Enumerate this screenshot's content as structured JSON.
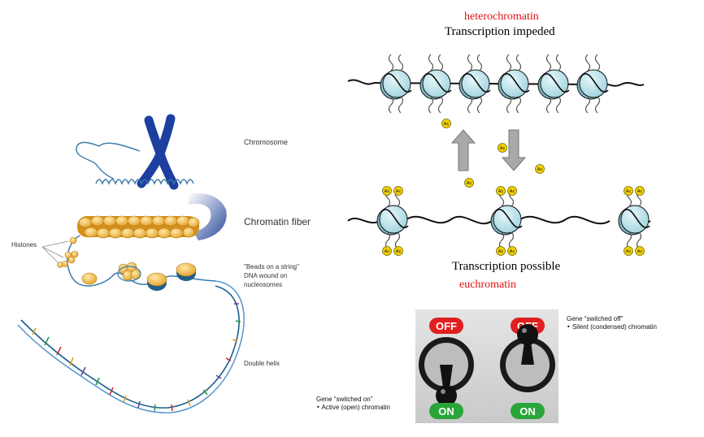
{
  "left_panel": {
    "labels": {
      "chromosome": "Chromosome",
      "chromatin_fiber": "Chromatin fiber",
      "histones": "Histones",
      "beads_line1": "\"Beads on a string\"",
      "beads_line2": "DNA wound on",
      "beads_line3": "nucleosomes",
      "double_helix": "Double helix"
    }
  },
  "right_panel": {
    "heterochromatin": "heterochromatin",
    "transcription_impeded": "Transcription impeded",
    "transcription_possible": "Transcription possible",
    "euchromatin": "euchromatin",
    "acetyl_tag": "Ac"
  },
  "switches": {
    "off_label": "OFF",
    "on_label": "ON",
    "switched_off_title": "Gene “switched off”",
    "switched_off_bullet": "Silent (condensed) chromatin",
    "switched_on_title": "Gene “switched on”",
    "switched_on_bullet": "Active (open) chromatin"
  },
  "colors": {
    "nucleosome": "#bfe6ee",
    "acetyl": "#f0d000",
    "chromosome": "#1c3fa0",
    "fiber": "#e8a020",
    "off_red": "#e02020",
    "on_green": "#2aa53a"
  }
}
